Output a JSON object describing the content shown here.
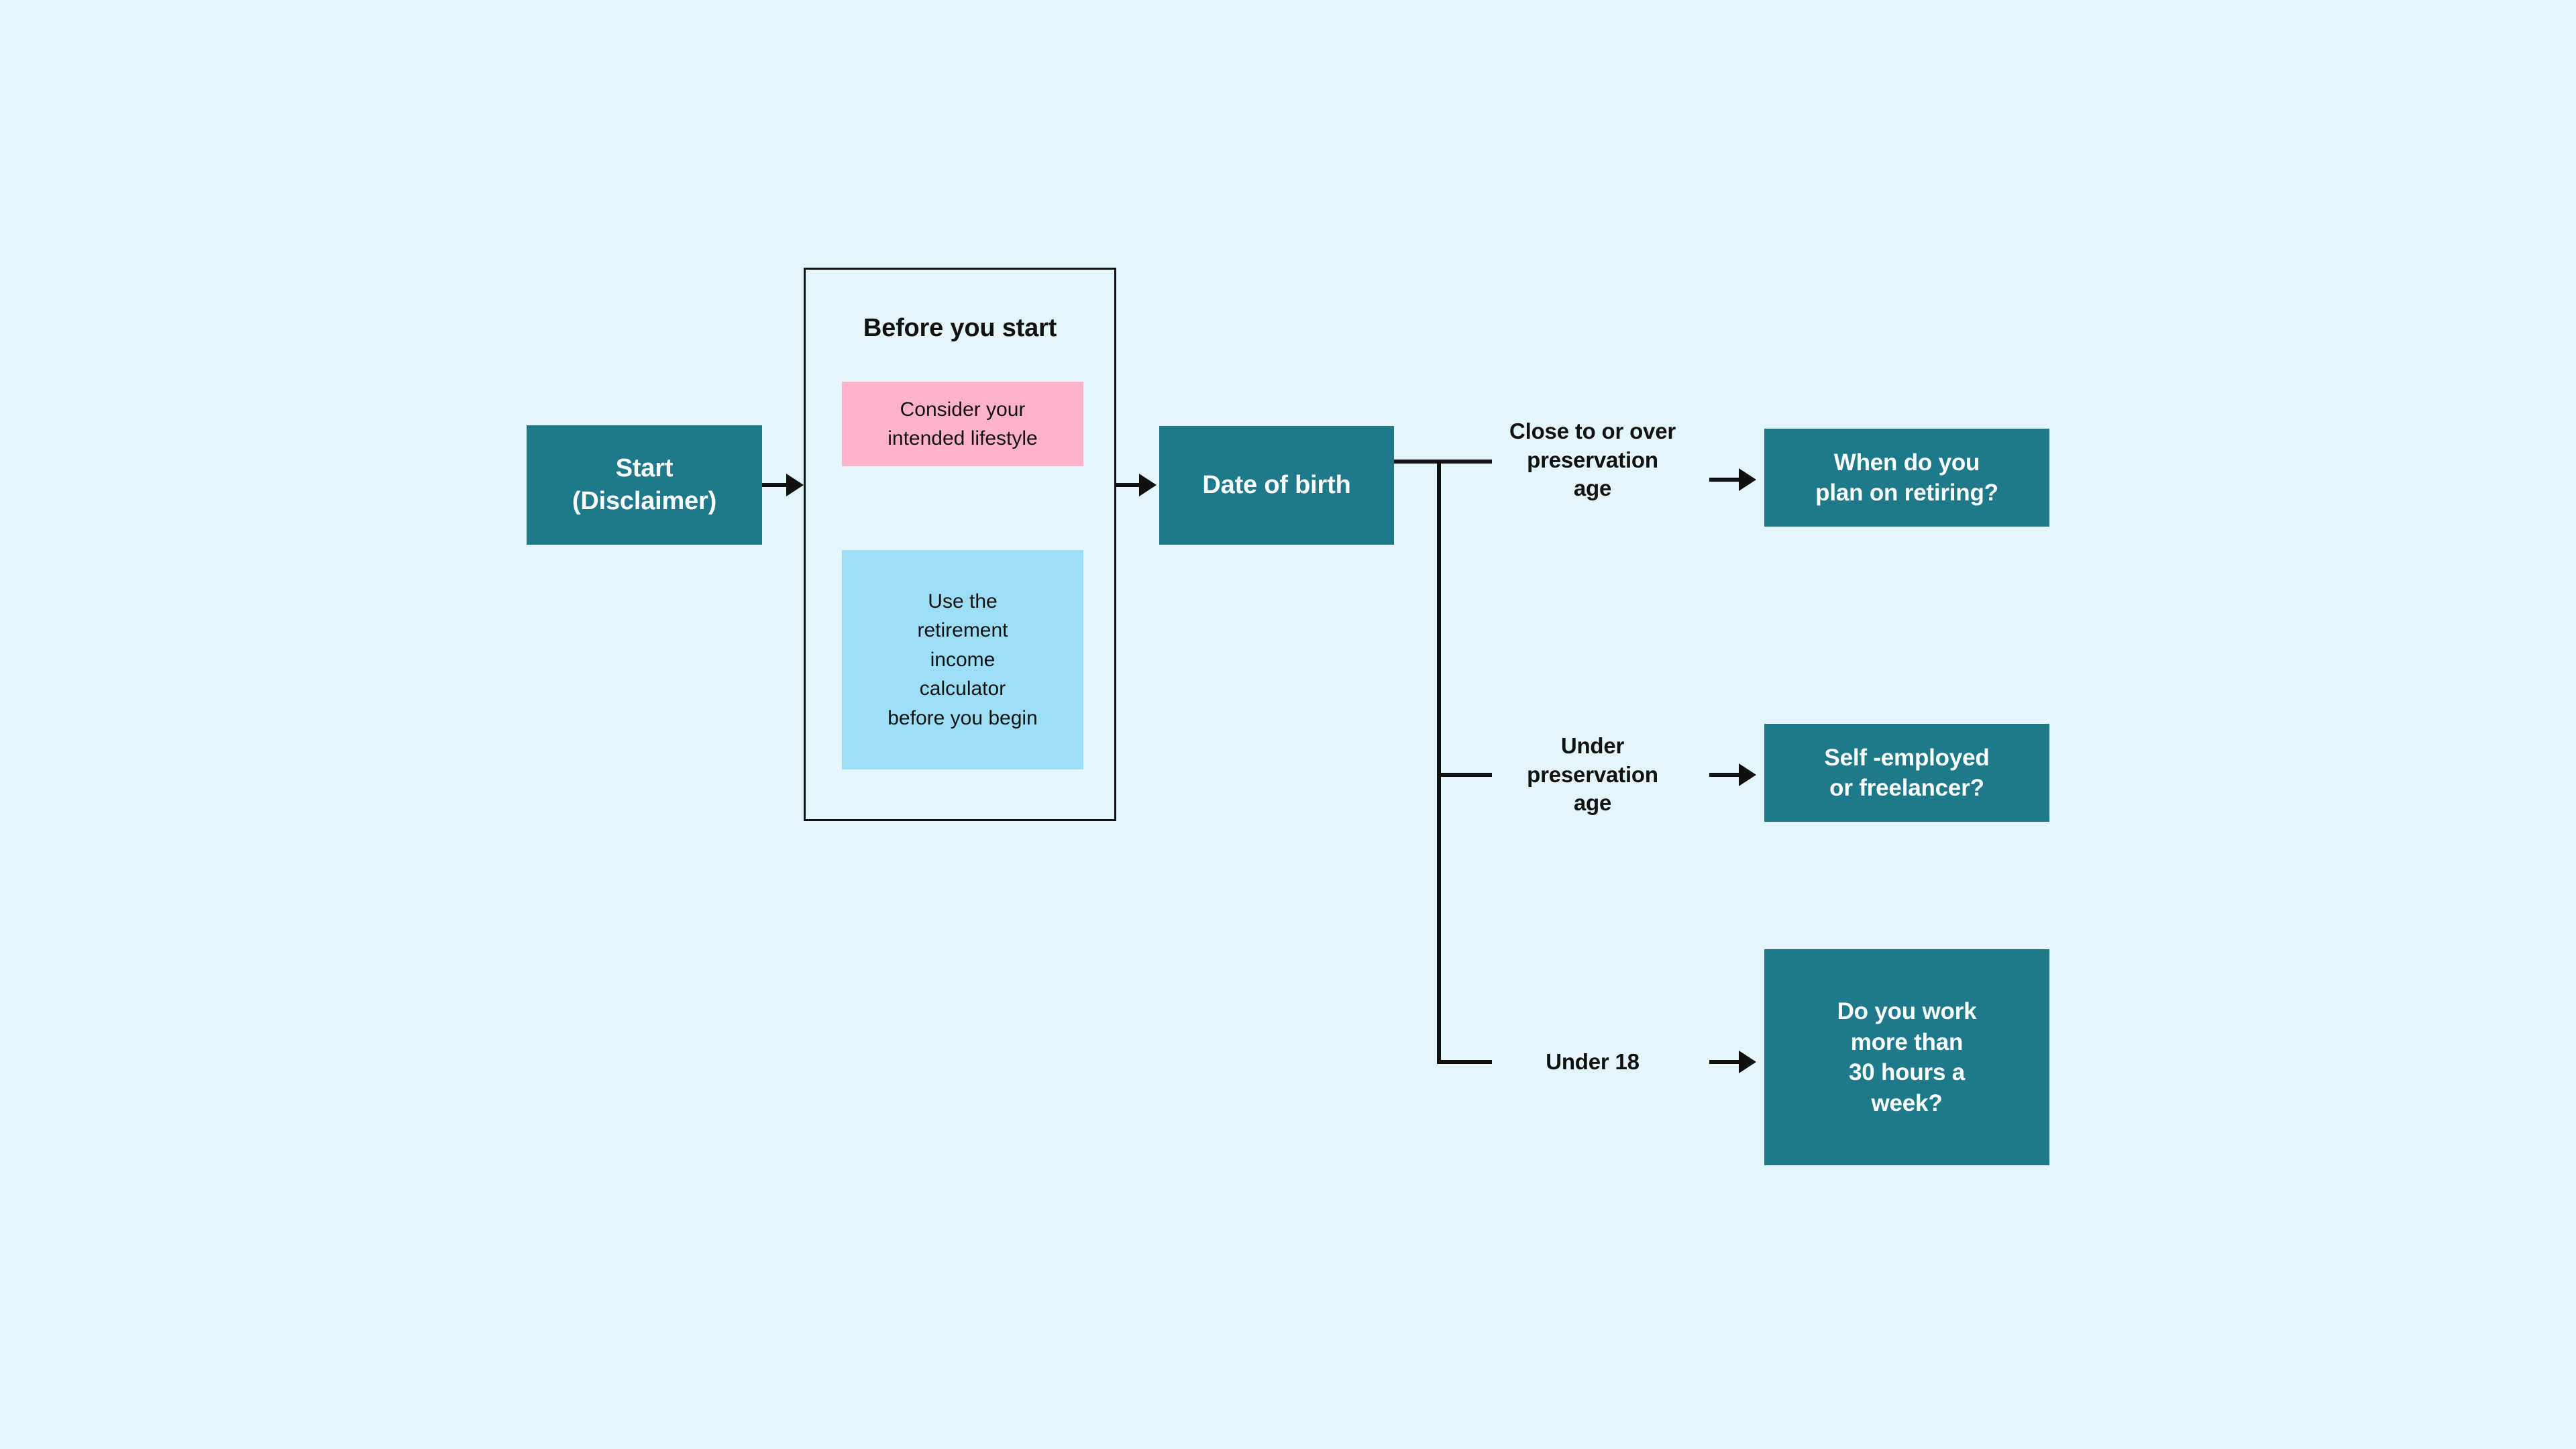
{
  "canvas": {
    "background_color": "#e4f6fb",
    "accent_teal": "#1e7a8a",
    "accent_pink": "#ffb2cb",
    "accent_sky": "#9bdef5",
    "line_color": "#111111"
  },
  "nodes": {
    "start": {
      "line1": "Start",
      "line2": "(Disclaimer)"
    },
    "before_you_start": {
      "title": "Before you start",
      "card_lifestyle": {
        "line1": "Consider your",
        "line2": "intended lifestyle"
      },
      "card_calculator": {
        "line1": "Use the",
        "line2": "retirement",
        "line3": "income",
        "line4": "calculator",
        "line5": "before you begin"
      }
    },
    "date_of_birth": {
      "label": "Date of birth"
    },
    "retiring": {
      "line1": "When do you",
      "line2": "plan on retiring?"
    },
    "self_employed": {
      "line1": "Self -employed",
      "line2": "or freelancer?"
    },
    "hours": {
      "line1": "Do you work",
      "line2": "more than",
      "line3": "30 hours a",
      "line4": "week?"
    }
  },
  "edge_labels": {
    "branch_over_preservation": {
      "line1": "Close to or over",
      "line2": "preservation",
      "line3": "age"
    },
    "branch_under_preservation": {
      "line1": "Under",
      "line2": "preservation",
      "line3": "age"
    },
    "branch_under_18": {
      "line1": "Under 18"
    }
  }
}
